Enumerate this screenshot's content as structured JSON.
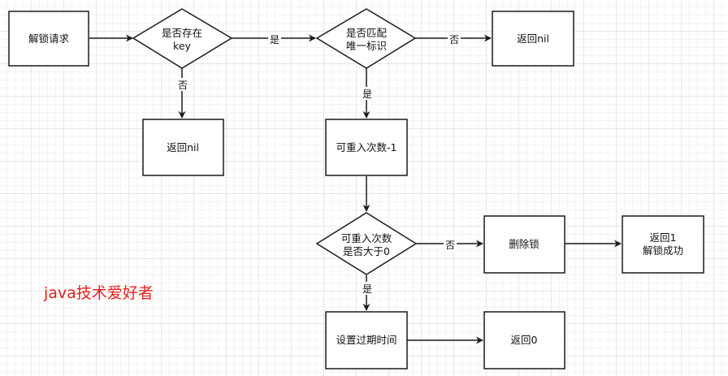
{
  "nodes": {
    "unlock_request": [
      "解锁请求"
    ],
    "key_exists": [
      "是否存在",
      "key"
    ],
    "return_nil_top": [
      "返回nil"
    ],
    "id_match": [
      "是否匹配",
      "唯一标识"
    ],
    "return_nil_right": [
      "返回nil"
    ],
    "reentrant_decrement": [
      "可重入次数-1"
    ],
    "count_gt_zero": [
      "可重入次数",
      "是否大于0"
    ],
    "delete_lock": [
      "删除锁"
    ],
    "return_one": [
      "返回1",
      "解锁成功"
    ],
    "set_expire": [
      "设置过期时间"
    ],
    "return_zero": [
      "返回0"
    ]
  },
  "edge_labels": {
    "key_exists_yes": "是",
    "key_exists_no": "否",
    "id_match_no": "否",
    "id_match_yes": "是",
    "count_no": "否",
    "count_yes": "是"
  },
  "watermark": "java技术爱好者",
  "colors": {
    "watermark": "#e3211b",
    "stroke": "#1a1a1a"
  }
}
